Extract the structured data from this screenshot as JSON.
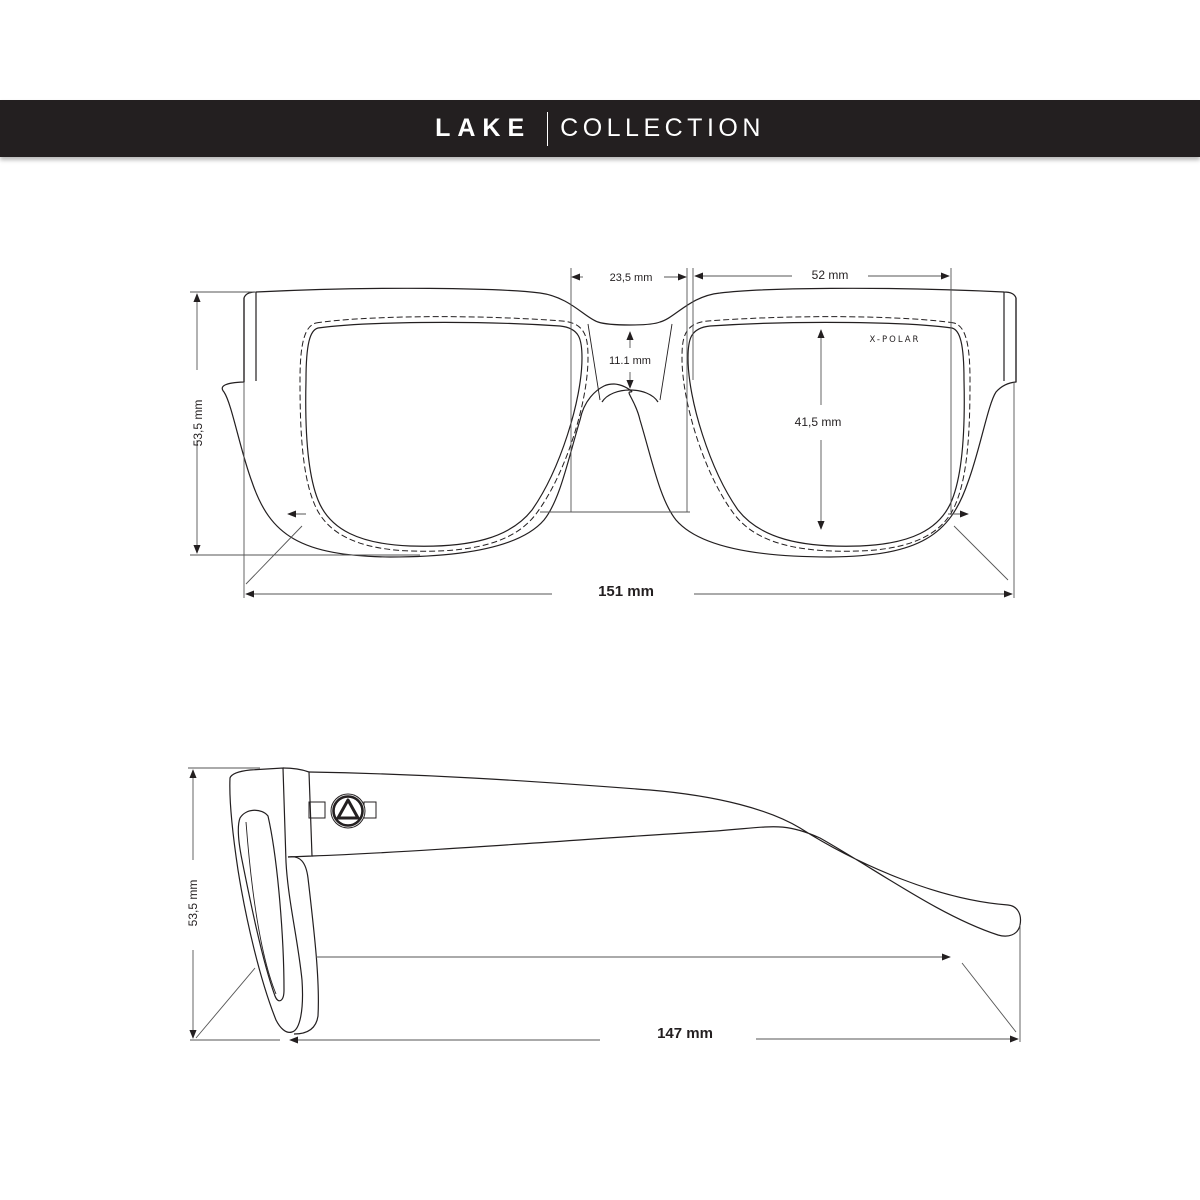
{
  "header": {
    "brand": "LAKE",
    "subtitle": "COLLECTION",
    "background_color": "#231f20",
    "text_color": "#ffffff"
  },
  "front_view": {
    "lens_mark": "X-POLAR",
    "dimensions": {
      "bridge_width": "23,5 mm",
      "lens_width": "52 mm",
      "bridge_height": "11.1 mm",
      "lens_height": "41,5 mm",
      "frame_height": "53,5 mm",
      "total_width": "151 mm"
    }
  },
  "side_view": {
    "logo": "triangle-in-circle",
    "dimensions": {
      "frame_height": "53,5 mm",
      "temple_length": "147 mm"
    }
  },
  "colors": {
    "line": "#231f20",
    "dimension_line": "#555555",
    "background": "#ffffff"
  }
}
